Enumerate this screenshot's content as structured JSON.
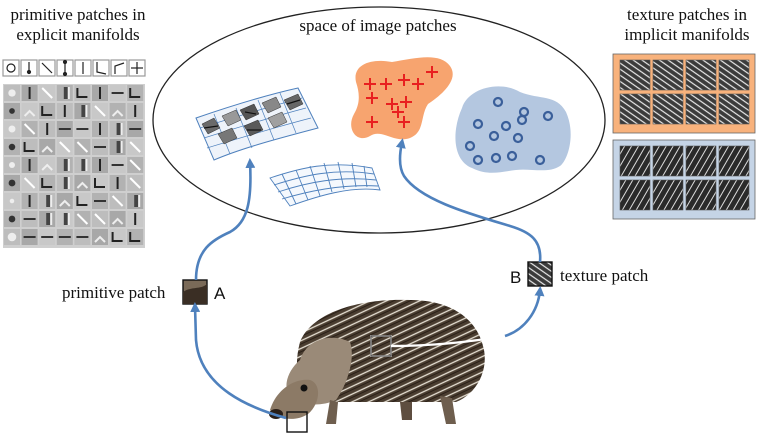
{
  "left_panel": {
    "title_line1": "primitive patches in",
    "title_line2": "explicit manifolds"
  },
  "right_panel": {
    "title_line1": "texture patches in",
    "title_line2": "implicit manifolds"
  },
  "center": {
    "title": "space of image patches"
  },
  "labels": {
    "primitive_patch": "primitive patch",
    "marker_a": "A",
    "marker_b": "B",
    "texture_patch": "texture patch"
  },
  "colors": {
    "arrow": "#4f81bd",
    "orange_cluster": "#f7a46f",
    "blue_cluster": "#b4c7e0",
    "plus_marker": "#e82020",
    "circle_marker": "#3a5f9a",
    "mesh": "#4f81bd",
    "texture_orange_bg": "#f8b27c",
    "texture_blue_bg": "#c5d4e6"
  }
}
